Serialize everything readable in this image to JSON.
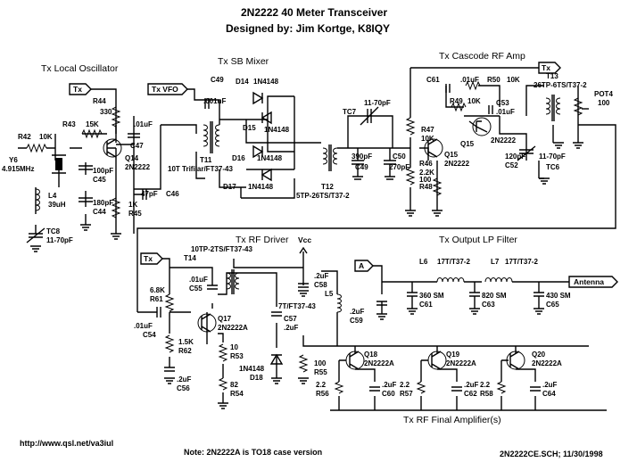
{
  "title": {
    "line1": "2N2222 40 Meter Transceiver",
    "line2": "Designed by:  Jim Kortge, K8IQY"
  },
  "sections": {
    "local_osc": "Tx Local Oscillator",
    "sb_mixer": "Tx SB Mixer",
    "cascode": "Tx Cascode RF Amp",
    "driver": "Tx RF Driver",
    "output_filter": "Tx Output LP Filter",
    "final_amp": "Tx RF Final Amplifier(s)"
  },
  "tags": {
    "tx1": "Tx",
    "tx_vfo": "Tx VFO",
    "tx2": "Tx",
    "tx3": "Tx",
    "a": "A",
    "antenna": "Antenna",
    "vcc": "Vcc"
  },
  "labels": {
    "r44": "R44",
    "r44v": "330",
    "r43": "R43",
    "r43v": "15K",
    "r42": "R42",
    "r42v": "10K",
    "y6": "Y6",
    "y6v": "4.915MHz",
    "q14": "Q14",
    "q14v": "2N2222",
    "c47v": ".01uF",
    "c47": "C47",
    "c45v": "100pF",
    "c45": "C45",
    "c44v": "180pF",
    "c44": "C44",
    "r45v": "1K",
    "r45": "R45",
    "l4": "L4",
    "l4v": "39uH",
    "tc8": "TC8",
    "tc8v": "11-70pF",
    "c46v": "47pF",
    "c46": "C46",
    "c49": "C49",
    "c49v": ".001uF",
    "t11": "T11",
    "t11v": "10T Trifilar/FT37-43",
    "d14": "D14",
    "d14v": "1N4148",
    "d15": "D15",
    "d15v": "1N4148",
    "d16": "D16",
    "d16v": "1N4148",
    "d17": "D17",
    "d17v": "1N4148",
    "tc7": "TC7",
    "tc7v": "11-70pF",
    "c49b": "C49",
    "c49bv": "390pF",
    "c50": "C50",
    "c50v": "270pF",
    "t12": "T12",
    "t12v": "5TP-26TS/T37-2",
    "r47": "R47",
    "r47v": "10K",
    "r46": "R46",
    "r46v": "2.2K",
    "r48": "R48",
    "r48v": "100",
    "q15a": "Q15",
    "q15av": "2N2222",
    "q15b": "Q15",
    "q15bv": "2N2222",
    "c61": "C61",
    "c61v": ".01uF",
    "r50": "R50",
    "r50v": "10K",
    "r49": "R49",
    "r49v": "10K",
    "c53": "C53",
    "c53v": ".01uF",
    "c52": "C52",
    "c52v": "120pF",
    "tc6": "TC6",
    "tc6v": "11-70pF",
    "t13": "T13",
    "t13v": "26TP-6TS/T37-2",
    "pot4": "POT4",
    "pot4v": "100",
    "t14": "T14",
    "t14v": "10TP-2TS/FT37-43",
    "c55": "C55",
    "c55v": ".01uF",
    "r61": "R61",
    "r61v": "6.8K",
    "c54": "C54",
    "c54v": ".01uF",
    "q17": "Q17",
    "q17v": "2N2222A",
    "r62": "R62",
    "r62v": "1.5K",
    "r53": "R53",
    "r53v": "10",
    "c56": "C56",
    "c56v": ".2uF",
    "r54": "R54",
    "r54v": "82",
    "d18": "D18",
    "d18v": "1N4148",
    "c57": "C57",
    "c57v": ".2uF",
    "c58": "C58",
    "c58v": ".2uF",
    "l5": "L5",
    "l5v": "7T/FT37-43",
    "c59": "C59",
    "c59v": ".2uF",
    "r55": "R55",
    "r55v": "100",
    "l6": "L6",
    "l6v": "17T/T37-2",
    "l7": "L7",
    "l7v": "17T/T37-2",
    "c61b": "C61",
    "c61bv": "360 SM",
    "c63": "C63",
    "c63v": "820 SM",
    "c65": "C65",
    "c65v": "430 SM",
    "q18": "Q18",
    "q18v": "2N2222A",
    "q19": "Q19",
    "q19v": "2N2222A",
    "q20": "Q20",
    "q20v": "2N2222A",
    "r56": "R56",
    "r56v": "2.2",
    "r57": "R57",
    "r57v": "2.2",
    "r58": "R58",
    "r58v": "2.2",
    "c60": "C60",
    "c60v": ".2uF",
    "c62": "C62",
    "c62v": ".2uF",
    "c64": "C64",
    "c64v": ".2uF"
  },
  "footer": {
    "url": "http://www.qsl.net/va3iul",
    "note": "Note:  2N2222A is TO18 case version",
    "file": "2N2222CE.SCH; 11/30/1998"
  }
}
